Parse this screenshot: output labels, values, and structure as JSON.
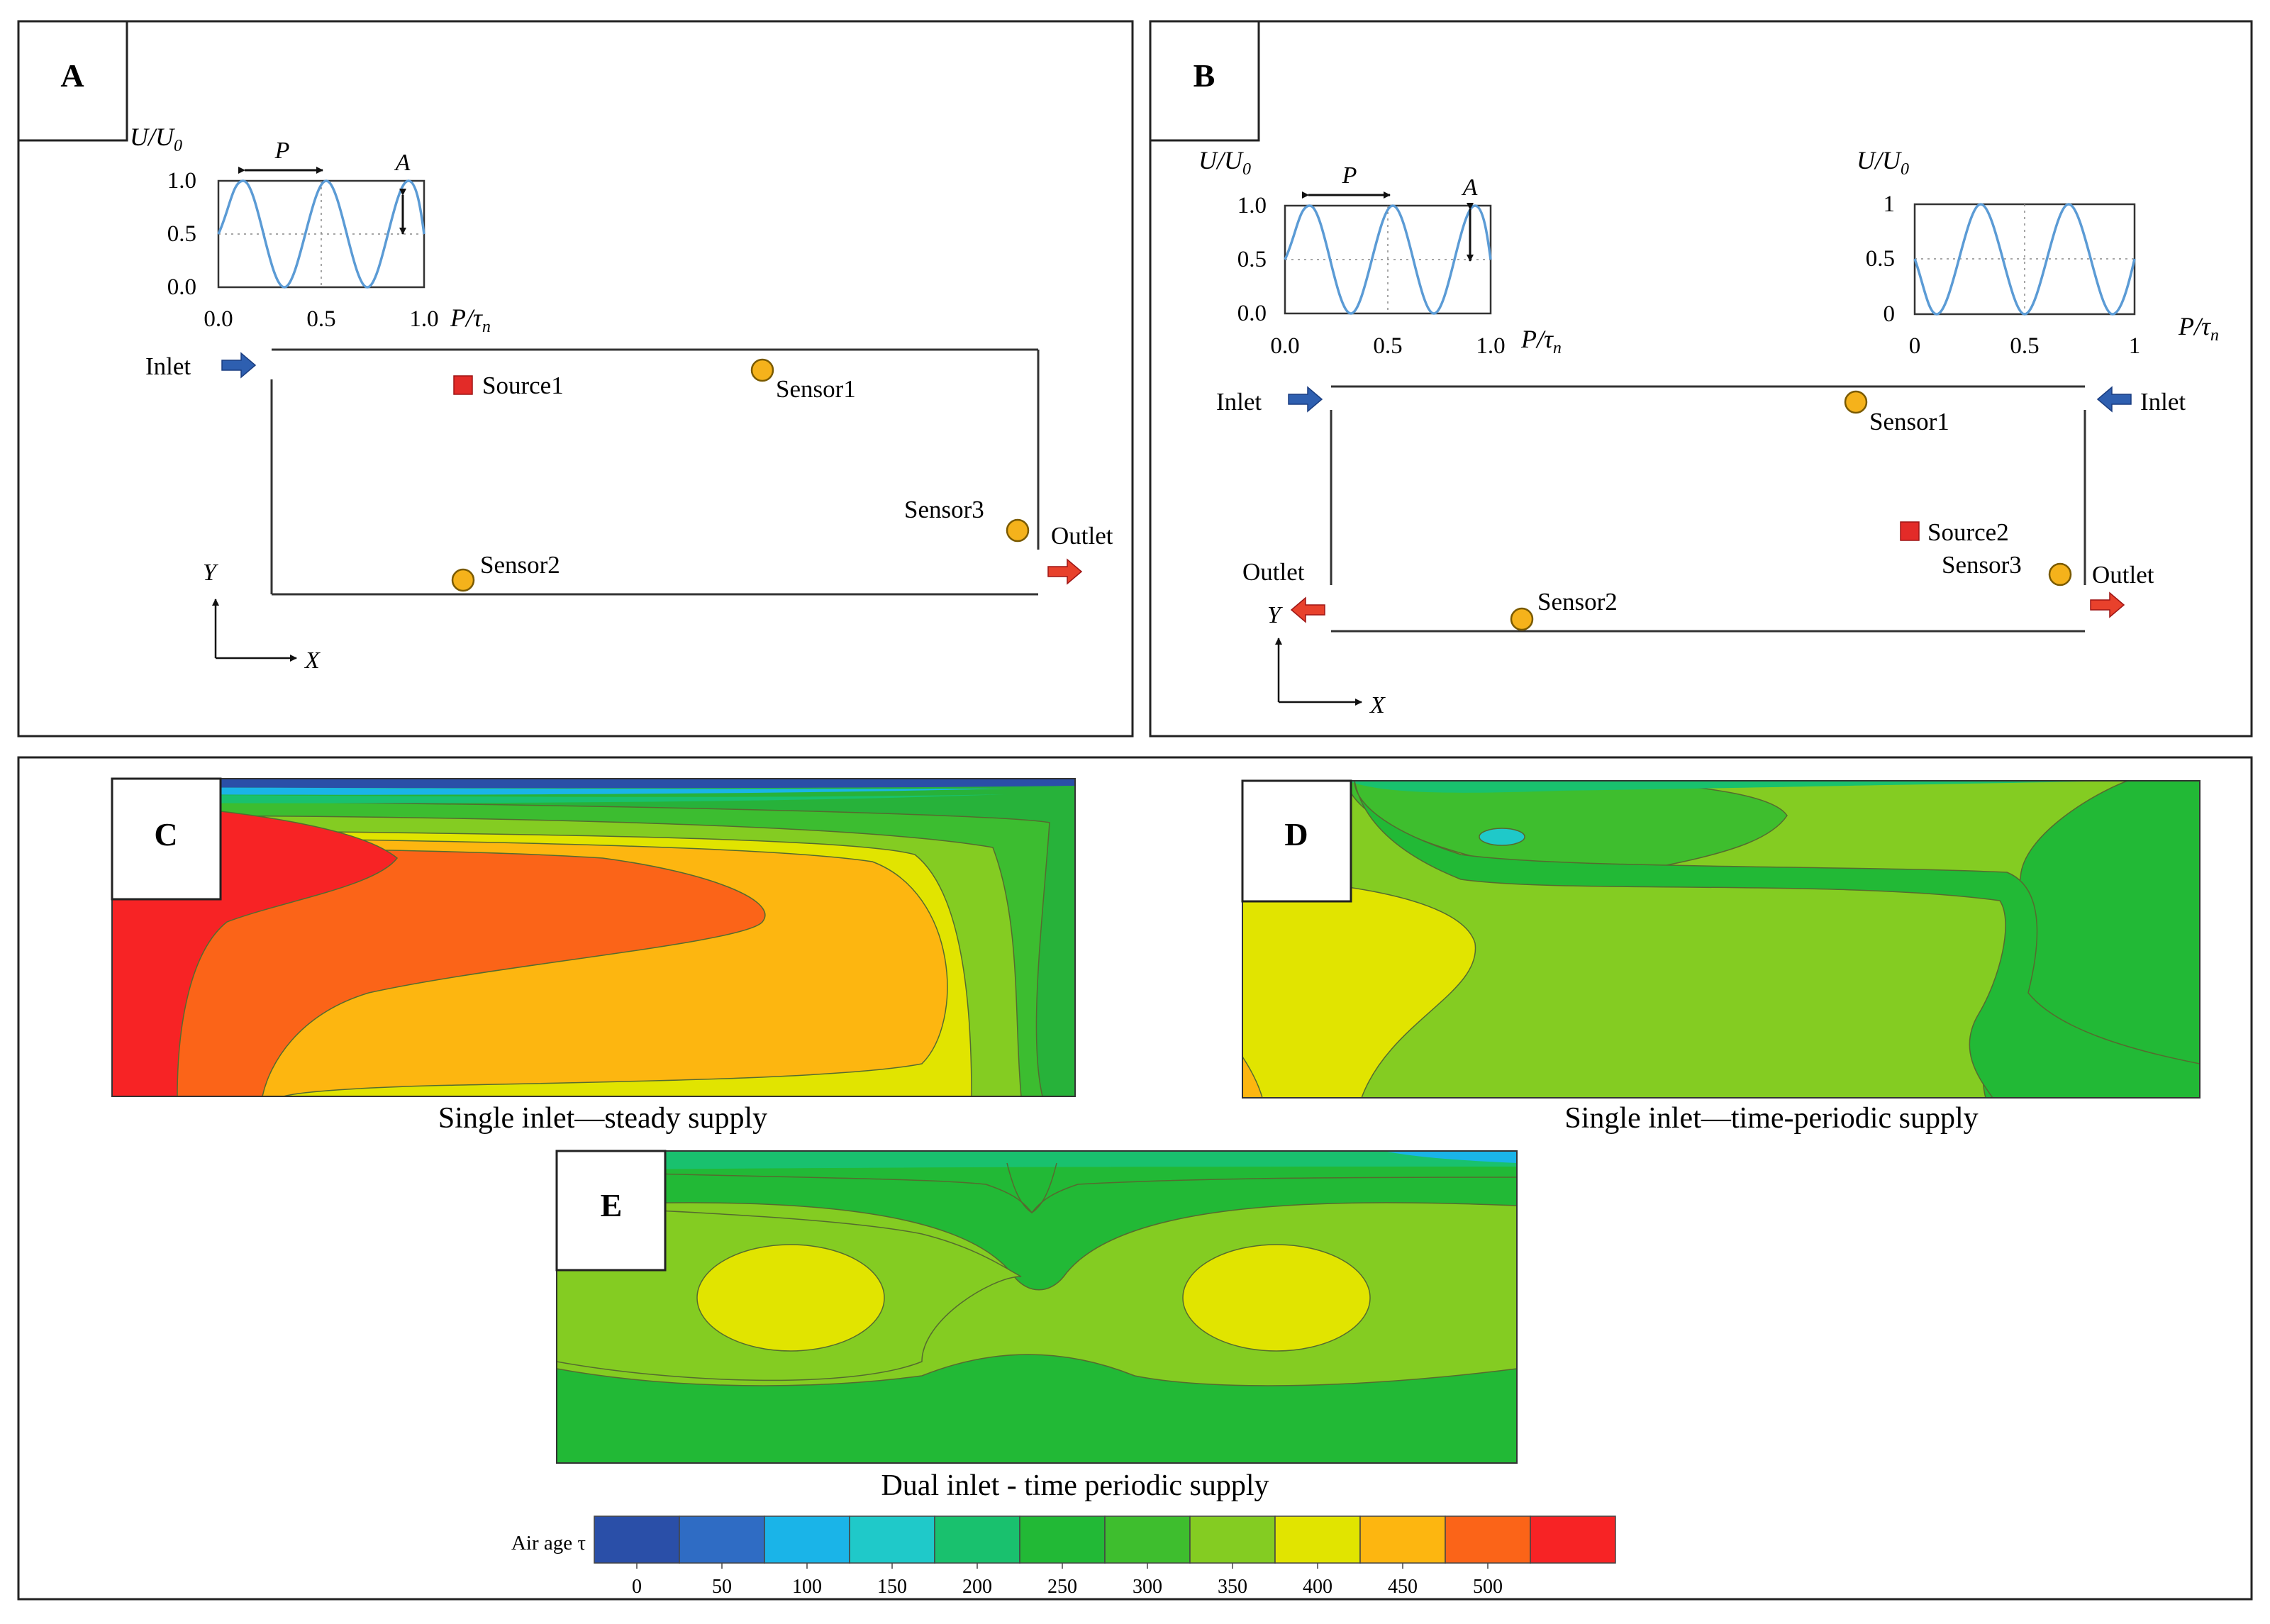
{
  "panels": {
    "a": {
      "label": "A"
    },
    "b": {
      "label": "B"
    },
    "c": {
      "label": "C",
      "caption": "Single inlet—steady supply"
    },
    "d": {
      "label": "D",
      "caption": "Single inlet—time-periodic supply"
    },
    "e": {
      "label": "E",
      "caption": "Dual inlet - time periodic supply"
    }
  },
  "inset_a": {
    "ylabel_main": "U/U",
    "ylabel_sub": "0",
    "xlabel_main": "P/τ",
    "xlabel_sub": "n",
    "yticks": [
      "1.0",
      "0.5",
      "0.0"
    ],
    "xticks": [
      "0.0",
      "0.5",
      "1.0"
    ],
    "period_label": "P",
    "amplitude_label": "A"
  },
  "inset_b_left": {
    "ylabel_main": "U/U",
    "ylabel_sub": "0",
    "xlabel_main": "P/τ",
    "xlabel_sub": "n",
    "yticks": [
      "1.0",
      "0.5",
      "0.0"
    ],
    "xticks": [
      "0.0",
      "0.5",
      "1.0"
    ],
    "period_label": "P",
    "amplitude_label": "A"
  },
  "inset_b_right": {
    "ylabel_main": "U/U",
    "ylabel_sub": "0",
    "xlabel_main": "P/τ",
    "xlabel_sub": "n",
    "yticks": [
      "1",
      "0.5",
      "0"
    ],
    "xticks": [
      "0",
      "0.5",
      "1"
    ]
  },
  "room_a": {
    "inlet": "Inlet",
    "outlet": "Outlet",
    "source": "Source1",
    "sensor1": "Sensor1",
    "sensor2": "Sensor2",
    "sensor3": "Sensor3",
    "axis_x": "X",
    "axis_y": "Y"
  },
  "room_b": {
    "inlet_left": "Inlet",
    "inlet_right": "Inlet",
    "outlet_left": "Outlet",
    "outlet_right": "Outlet",
    "source": "Source2",
    "sensor1": "Sensor1",
    "sensor2": "Sensor2",
    "sensor3": "Sensor3",
    "axis_x": "X",
    "axis_y": "Y"
  },
  "colorbar": {
    "title": "Air age τ",
    "ticks": [
      "0",
      "50",
      "100",
      "150",
      "200",
      "250",
      "300",
      "350",
      "400",
      "450",
      "500"
    ],
    "colors": [
      "#2a4fa8",
      "#2f6cc4",
      "#1ab4e8",
      "#1fc9c9",
      "#19c16e",
      "#22b936",
      "#3ebe2e",
      "#84cc22",
      "#e1e400",
      "#fdb610",
      "#fb6418",
      "#f72325"
    ]
  }
}
